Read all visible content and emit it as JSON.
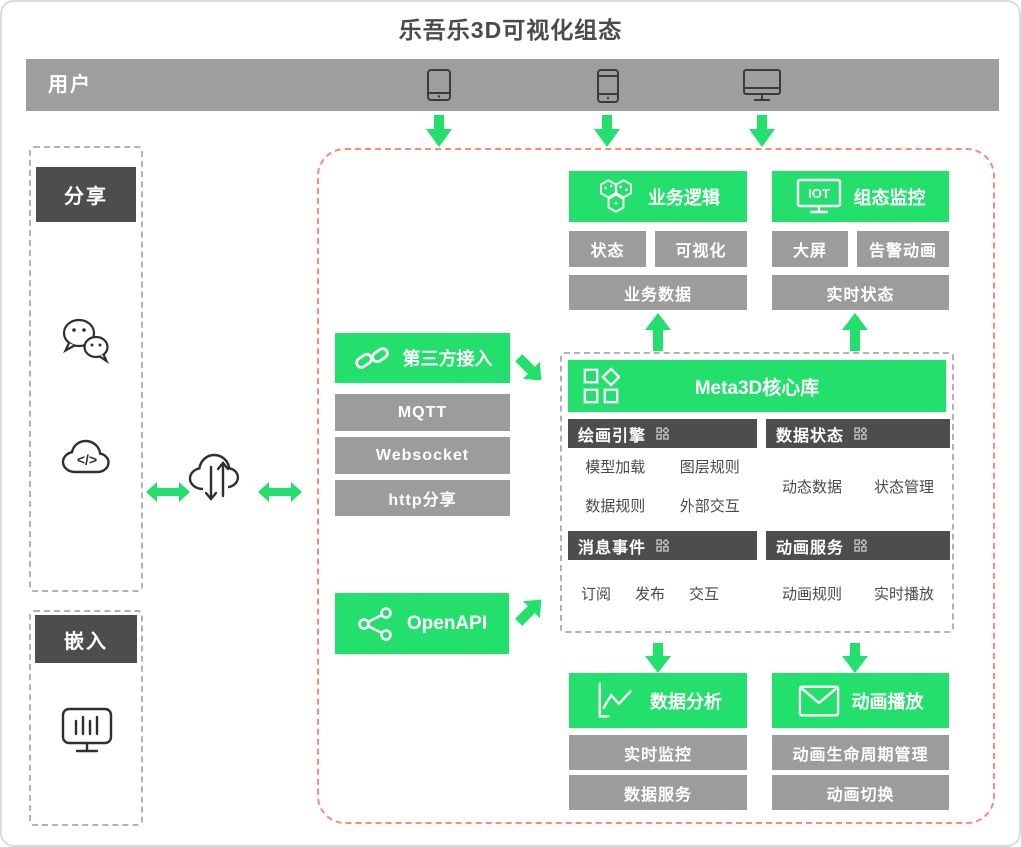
{
  "page_title": "乐吾乐3D可视化组态",
  "colors": {
    "accent_green": "#23df6b",
    "box_gray": "#9c9c9c",
    "header_dark_gray": "#4d4d4d",
    "frame_dashed_orange": "#ff8a70"
  },
  "user_bar": {
    "label": "用户",
    "device_icons": [
      "tablet-icon",
      "smartphone-icon",
      "monitor-icon"
    ]
  },
  "share_panel": {
    "label": "分享",
    "icons": [
      "wechat-icon",
      "cloud-code-icon"
    ]
  },
  "embed_panel": {
    "label": "嵌入",
    "icons": [
      "bar-chart-monitor-icon"
    ]
  },
  "hub": {
    "icon": "cloud-sync-icon"
  },
  "third_party": {
    "label": "第三方接入",
    "icon": "link-icon",
    "items": [
      "MQTT",
      "Websocket",
      "http分享"
    ]
  },
  "openapi": {
    "label": "OpenAPI",
    "icon": "share-network-icon"
  },
  "business_logic": {
    "label": "业务逻辑",
    "icon": "hexagon-cluster-icon",
    "items": [
      "状态",
      "可视化",
      "业务数据"
    ]
  },
  "config_monitor": {
    "label": "组态监控",
    "icon": "iot-monitor-icon",
    "items": [
      "大屏",
      "告警动画",
      "实时状态"
    ]
  },
  "core": {
    "label": "Meta3D核心库",
    "icon": "grid-diamond-icon",
    "sections": [
      {
        "title": "绘画引擎",
        "items": [
          "模型加载",
          "图层规则",
          "数据规则",
          "外部交互"
        ]
      },
      {
        "title": "数据状态",
        "items": [
          "动态数据",
          "状态管理"
        ]
      },
      {
        "title": "消息事件",
        "items": [
          "订阅",
          "发布",
          "交互"
        ]
      },
      {
        "title": "动画服务",
        "items": [
          "动画规则",
          "实时播放"
        ]
      }
    ]
  },
  "data_analysis": {
    "label": "数据分析",
    "icon": "line-chart-icon",
    "items": [
      "实时监控",
      "数据服务"
    ]
  },
  "animation_play": {
    "label": "动画播放",
    "icon": "envelope-icon",
    "items": [
      "动画生命周期管理",
      "动画切换"
    ]
  }
}
